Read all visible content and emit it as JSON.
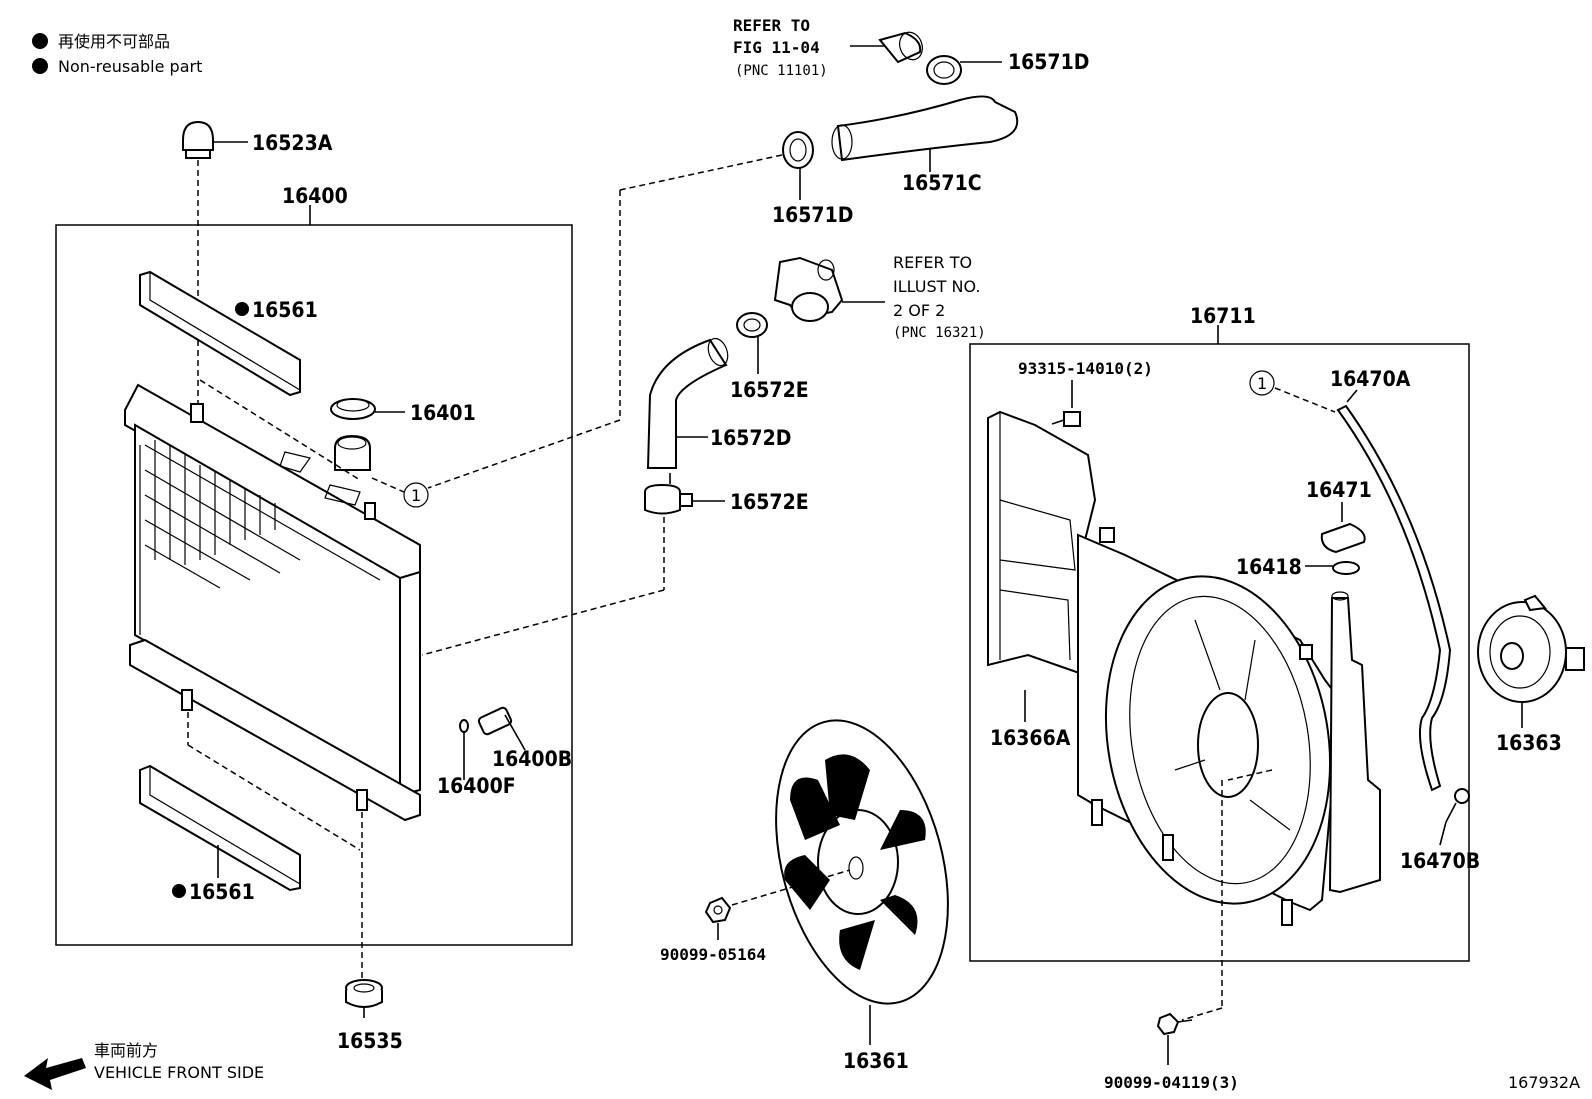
{
  "legend": {
    "jp": "再使用不可部品",
    "en": "Non-reusable part"
  },
  "direction": {
    "jp": "車両前方",
    "en": "VEHICLE FRONT SIDE"
  },
  "figure_id": "167932A",
  "refs": {
    "fig": [
      "REFER TO",
      "FIG 11-04",
      "(PNC 11101)"
    ],
    "illust": [
      "REFER TO",
      "ILLUST NO.",
      "2 OF 2",
      "(PNC 16321)"
    ]
  },
  "callout_number": "1",
  "parts": {
    "p16523A": "16523A",
    "p16400": "16400",
    "p16561_top": "16561",
    "p16561_bottom": "16561",
    "p16401": "16401",
    "p16400F": "16400F",
    "p16400B": "16400B",
    "p16535": "16535",
    "p16571D_top": "16571D",
    "p16571C": "16571C",
    "p16571D_left": "16571D",
    "p16572E_top": "16572E",
    "p16572D": "16572D",
    "p16572E_bottom": "16572E",
    "p16711": "16711",
    "p93315": "93315-14010(2)",
    "p16470A": "16470A",
    "p16471": "16471",
    "p16418": "16418",
    "p16366A": "16366A",
    "p16363": "16363",
    "p16470B": "16470B",
    "p90099_05164": "90099-05164",
    "p16361": "16361",
    "p90099_04119": "90099-04119(3)"
  }
}
